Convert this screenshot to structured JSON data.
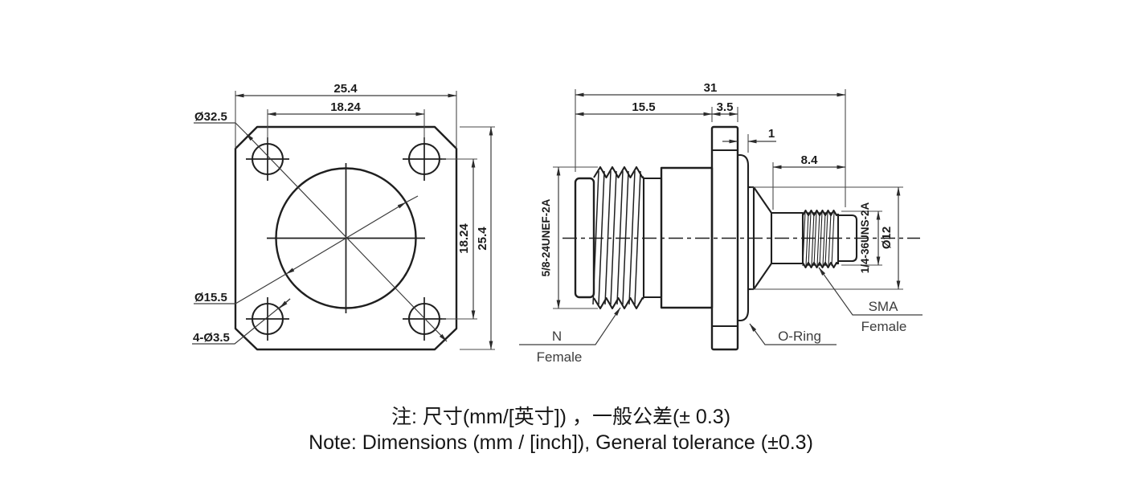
{
  "front_view": {
    "width_top": "25.4",
    "hole_pitch_top": "18.24",
    "hole_pitch_right": "18.24",
    "height_right": "25.4",
    "corner_diameter": "Ø32.5",
    "bore_diameter": "Ø15.5",
    "mount_holes": "4-Ø3.5"
  },
  "side_view": {
    "overall_length": "31",
    "body_length": "15.5",
    "flange_thickness": "3.5",
    "oring_offset": "1",
    "sma_length": "8.4",
    "n_thread_spec": "5/8-24UNEF-2A",
    "sma_thread_spec": "1/4-36UNS-2A",
    "sma_diameter": "Ø12",
    "n_label_line1": "N",
    "n_label_line2": "Female",
    "sma_label_line1": "SMA",
    "sma_label_line2": "Female",
    "oring_label": "O-Ring"
  },
  "notes": {
    "zh": "注: 尺寸(mm/[英寸]) ，一般公差(± 0.3)",
    "en": "Note: Dimensions (mm / [inch]), General tolerance (±0.3)"
  },
  "colors": {
    "ink": "#1f1f1f",
    "dim_line": "#3c3c3c"
  }
}
